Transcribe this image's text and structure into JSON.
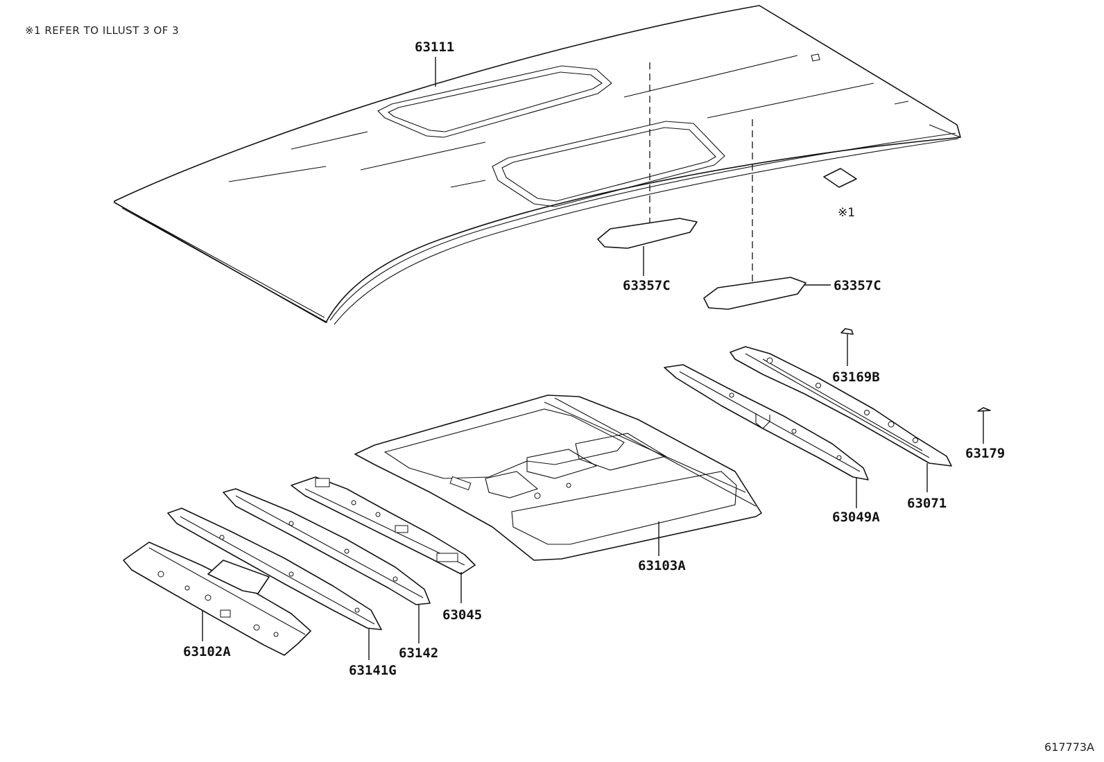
{
  "note": "※1 REFER TO ILLUST 3 OF 3",
  "reference_code": "617773A",
  "callouts": {
    "roof_panel": "63111",
    "roof_silencer_front": "63357C",
    "roof_silencer_rear": "63357C",
    "see_note_marker": "※1",
    "clip_63169b": "63169B",
    "clip_63179": "63179",
    "rear_header_rail": "63071",
    "rear_roof_bow": "63049A",
    "sunroof_reinforcement": "63103A",
    "roof_bow_63045": "63045",
    "roof_bow_63142": "63142",
    "roof_bow_63141g": "63141G",
    "front_header_rail": "63102A"
  }
}
